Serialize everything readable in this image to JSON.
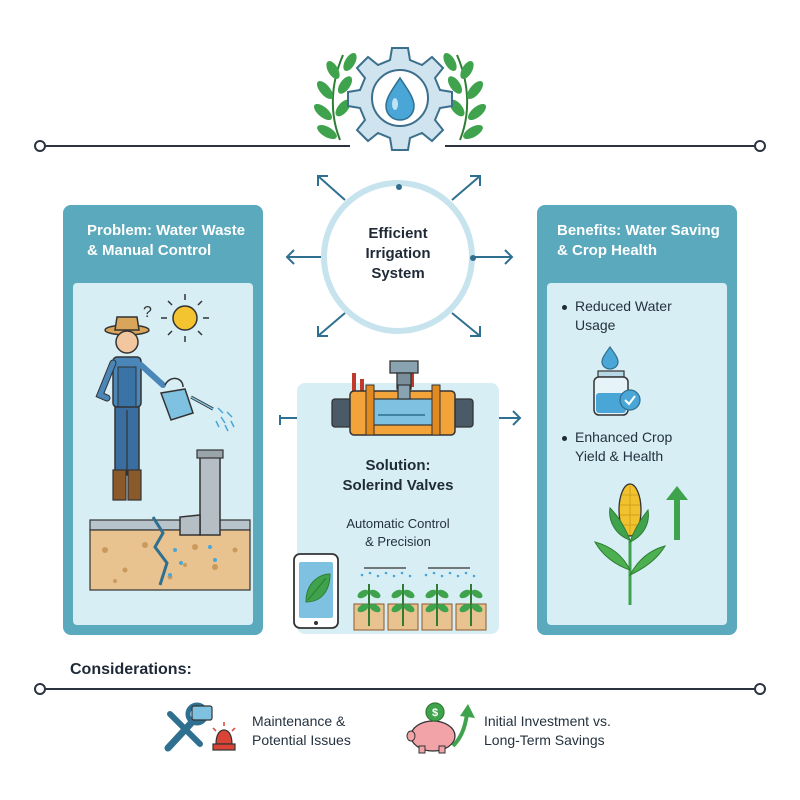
{
  "header": {
    "logo": "gear-water-drop-with-laurel"
  },
  "center": {
    "title_line1": "Efficient",
    "title_line2": "Irrigation",
    "title_line3": "System"
  },
  "problem": {
    "title_line1": "Problem: Water Waste",
    "title_line2": "& Manual Control",
    "question_mark": "?"
  },
  "solution": {
    "title_line1": "Solution:",
    "title_line2": "Solerind Valves",
    "subtitle_line1": "Automatic Control",
    "subtitle_line2": "& Precision"
  },
  "benefits": {
    "title_line1": "Benefits: Water Saving",
    "title_line2": "& Crop Health",
    "items": [
      {
        "line1": "Reduced Water",
        "line2": "Usage"
      },
      {
        "line1": "Enhanced Crop",
        "line2": "Yield & Health"
      }
    ]
  },
  "considerations": {
    "heading": "Considerations:",
    "items": [
      {
        "line1": "Maintenance &",
        "line2": "Potential Issues",
        "icon": "tools-alarm-icon"
      },
      {
        "line1": "Initial Investment vs.",
        "line2": "Long-Term Savings",
        "icon": "piggy-bank-icon"
      }
    ]
  },
  "colors": {
    "teal": "#5aa9bd",
    "light_blue": "#d6eef4",
    "dark": "#1f2a36",
    "green": "#3fa34d",
    "water": "#4aa6d6"
  }
}
